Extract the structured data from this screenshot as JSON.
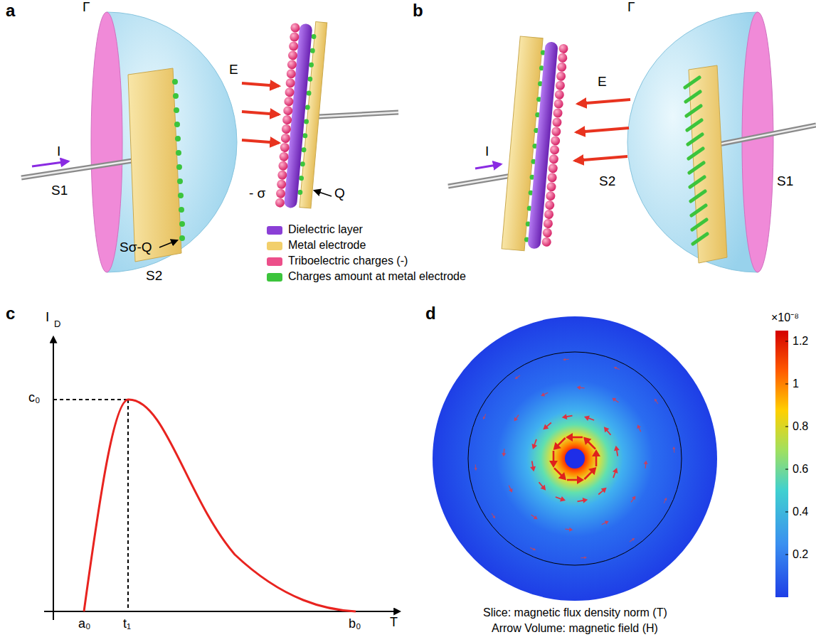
{
  "diagram": {
    "labels": [
      "a",
      "b",
      "Γ",
      "I",
      "E",
      "S1",
      "S2",
      "Sσ-Q",
      "- σ",
      "Q",
      "Γ",
      "I",
      "E",
      "S2",
      "S1",
      "c",
      "I",
      "D",
      "c₀",
      "a₀",
      "t₁",
      "b₀",
      "T",
      "d",
      "×10⁻⁸",
      "1.2",
      "1",
      "0.8",
      "0.6",
      "0.4",
      "0.2",
      "Slice: magnetic flux density norm (T)",
      "Arrow Volume: magnetic field (H)"
    ],
    "legend": [
      {
        "text": "Dielectric layer",
        "color": "#8b3fd6"
      },
      {
        "text": "Metal electrode",
        "color": "#f2cf6b"
      },
      {
        "text": "Triboelectric charges (-)",
        "color": "#ec4f8a"
      },
      {
        "text": "Charges amount at metal electrode",
        "color": "#3cc43c"
      }
    ]
  }
}
